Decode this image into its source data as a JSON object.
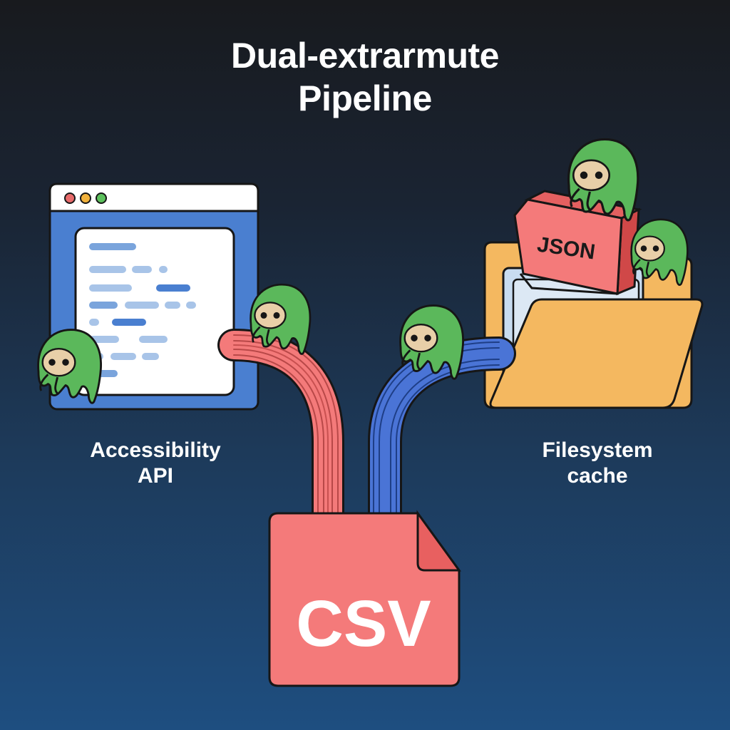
{
  "title": {
    "line1": "Dual-extrarmute",
    "line2": "Pipeline"
  },
  "sources": {
    "left": {
      "line1": "Accessibility",
      "line2": "API"
    },
    "right": {
      "line1": "Filesystem",
      "line2": "cache"
    }
  },
  "json_sign": "JSON",
  "output_file": "CSV",
  "colors": {
    "window_blue": "#4a7fd0",
    "pipe_red": "#f47a7a",
    "pipe_blue": "#4a74d6",
    "csv_red": "#f47a7a",
    "folder_yellow": "#f4b860",
    "mascot_green": "#5bb85b"
  },
  "icons": [
    "browser-window-icon",
    "folder-icon",
    "json-sign-icon",
    "csv-file-icon",
    "green-mascot-icon"
  ]
}
